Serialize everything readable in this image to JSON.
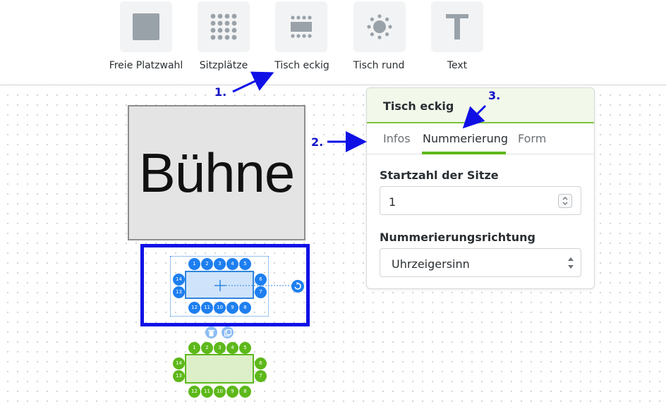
{
  "toolbar": {
    "tools": [
      {
        "label": "Freie Platzwahl",
        "icon": "square-icon"
      },
      {
        "label": "Sitzplätze",
        "icon": "seat-grid-icon"
      },
      {
        "label": "Tisch eckig",
        "icon": "rect-table-icon"
      },
      {
        "label": "Tisch rund",
        "icon": "round-table-icon"
      },
      {
        "label": "Text",
        "icon": "text-icon"
      }
    ]
  },
  "canvas": {
    "stage_label": "Bühne",
    "selected_table": {
      "top_seats": [
        "1",
        "2",
        "3",
        "4",
        "5"
      ],
      "right_seats": [
        "6",
        "7"
      ],
      "bottom_seats": [
        "12",
        "11",
        "10",
        "9",
        "8"
      ],
      "left_seats": [
        "14",
        "13"
      ]
    },
    "second_table": {
      "top_seats": [
        "1",
        "2",
        "3",
        "4",
        "5"
      ],
      "right_seats": [
        "6",
        "7"
      ],
      "bottom_seats": [
        "12",
        "11",
        "10",
        "9",
        "8"
      ],
      "left_seats": [
        "14",
        "13"
      ]
    }
  },
  "panel": {
    "title": "Tisch eckig",
    "tabs": [
      "Infos",
      "Nummerierung",
      "Form"
    ],
    "active_tab": "Nummerierung",
    "start_label": "Startzahl der Sitze",
    "start_value": "1",
    "direction_label": "Nummerierungsrichtung",
    "direction_value": "Uhrzeigersinn"
  },
  "annotations": {
    "step1": "1.",
    "step2": "2.",
    "step3": "3."
  },
  "colors": {
    "accent_green": "#5db81a",
    "seat_blue": "#1e7ff0",
    "annotation_blue": "#1010e6"
  }
}
